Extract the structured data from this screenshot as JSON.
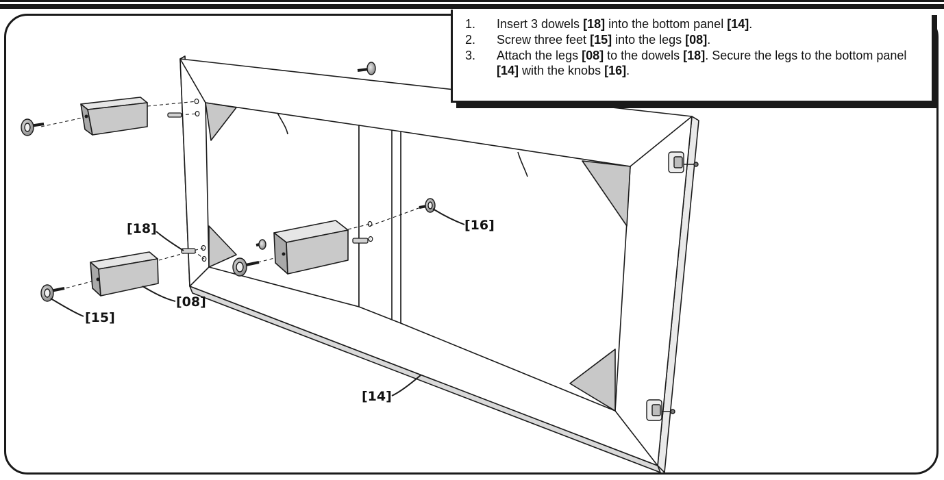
{
  "instructions": {
    "steps": [
      {
        "number": "1.",
        "parts": [
          {
            "t": "Insert 3 dowels ",
            "b": false
          },
          {
            "t": "[18]",
            "b": true
          },
          {
            "t": " into the bottom panel ",
            "b": false
          },
          {
            "t": "[14]",
            "b": true
          },
          {
            "t": ".",
            "b": false
          }
        ]
      },
      {
        "number": "2.",
        "parts": [
          {
            "t": "Screw three feet ",
            "b": false
          },
          {
            "t": "[15]",
            "b": true
          },
          {
            "t": " into the legs ",
            "b": false
          },
          {
            "t": "[08]",
            "b": true
          },
          {
            "t": ".",
            "b": false
          }
        ]
      },
      {
        "number": "3.",
        "parts": [
          {
            "t": "Attach the legs ",
            "b": false
          },
          {
            "t": "[08]",
            "b": true
          },
          {
            "t": " to the dowels ",
            "b": false
          },
          {
            "t": "[18]",
            "b": true
          },
          {
            "t": ". Secure the legs to the bottom panel ",
            "b": false
          },
          {
            "t": "[14]",
            "b": true
          },
          {
            "t": " with the knobs ",
            "b": false
          },
          {
            "t": "[16]",
            "b": true
          },
          {
            "t": ".",
            "b": false
          }
        ]
      }
    ]
  },
  "callouts": {
    "dowel": "[18]",
    "knob": "[16]",
    "leg": "[08]",
    "foot": "[15]",
    "bottom_panel": "[14]"
  },
  "colors": {
    "outline": "#1a1a1a",
    "panel_face": "#ffffff",
    "panel_edge": "#d9d9d9",
    "leg_front": "#c9c9c9",
    "leg_top": "#e6e6e6",
    "leg_side": "#a9a9a9"
  }
}
